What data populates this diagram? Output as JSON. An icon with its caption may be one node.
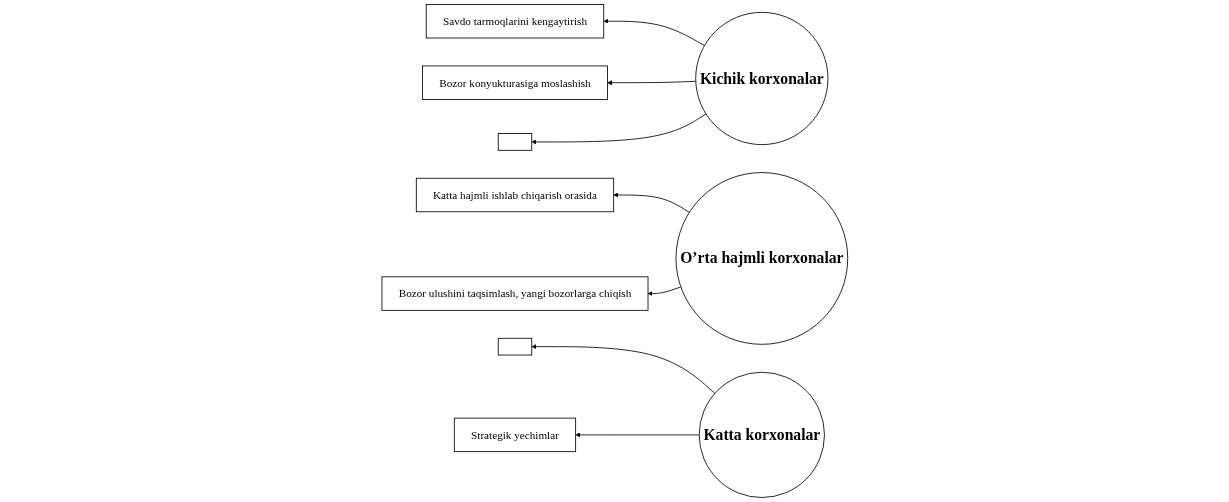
{
  "diagram": {
    "nodes": [
      {
        "text": [
          "Savdo tarmoqlarini kengaytirish"
        ]
      },
      {
        "text": [
          "Bozor konyukturasiga moslashish"
        ]
      },
      {
        "text": [],
        "shape": "box"
      },
      {
        "text": [
          "Katta hajmli ishlab chiqarish orasida"
        ]
      },
      {
        "text": [
          "Bozor ulushini taqsimlash, yangi bozorlarga chiqish"
        ]
      },
      {
        "text": [],
        "shape": "box"
      },
      {
        "text": [
          "Strategik yechimlar"
        ]
      },
      {
        "text": [
          "Kichik korxonalar"
        ]
      },
      {
        "text": [
          "O’rta hajmli korxonalar"
        ]
      },
      {
        "text": [
          "Katta korxonalar"
        ]
      }
    ],
    "edges": [
      {
        "from": 7,
        "to": 0,
        "arrow": "to"
      },
      {
        "from": 7,
        "to": 1,
        "arrow": "to"
      },
      {
        "from": 7,
        "to": 2,
        "arrow": "to"
      },
      {
        "from": 8,
        "to": 3,
        "arrow": "to"
      },
      {
        "from": 8,
        "to": 4,
        "arrow": "to"
      },
      {
        "from": 9,
        "to": 5,
        "arrow": "to"
      },
      {
        "from": 9,
        "to": 6,
        "arrow": "to"
      }
    ]
  }
}
